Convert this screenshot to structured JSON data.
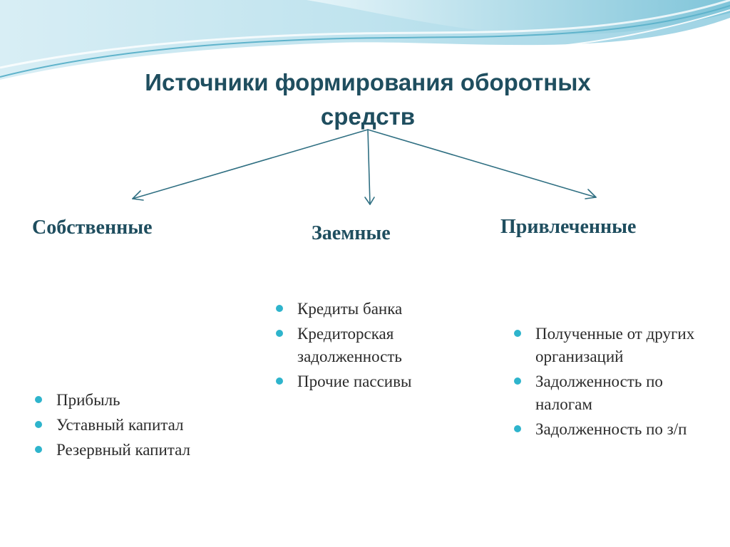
{
  "colors": {
    "heading": "#1f4e5f",
    "bullet": "#2eb4cc",
    "body_text": "#2b2b2b",
    "arrow": "#2f6f82",
    "wave_light": "#a9dbe8",
    "wave_dark": "#5fb3cb"
  },
  "title": {
    "line1": "Источники формирования оборотных",
    "line2": "средств"
  },
  "categories": {
    "own": {
      "label": "Собственные",
      "items": [
        "Прибыль",
        "Уставный капитал",
        "Резервный капитал"
      ]
    },
    "borrowed": {
      "label": "Заемные",
      "items": [
        "Кредиты банка",
        "Кредиторская задолженность",
        "Прочие пассивы"
      ]
    },
    "attracted": {
      "label": "Привлеченные",
      "items": [
        "Полученные от других организаций",
        "Задолженность по налогам",
        "Задолженность по з/п"
      ]
    }
  }
}
